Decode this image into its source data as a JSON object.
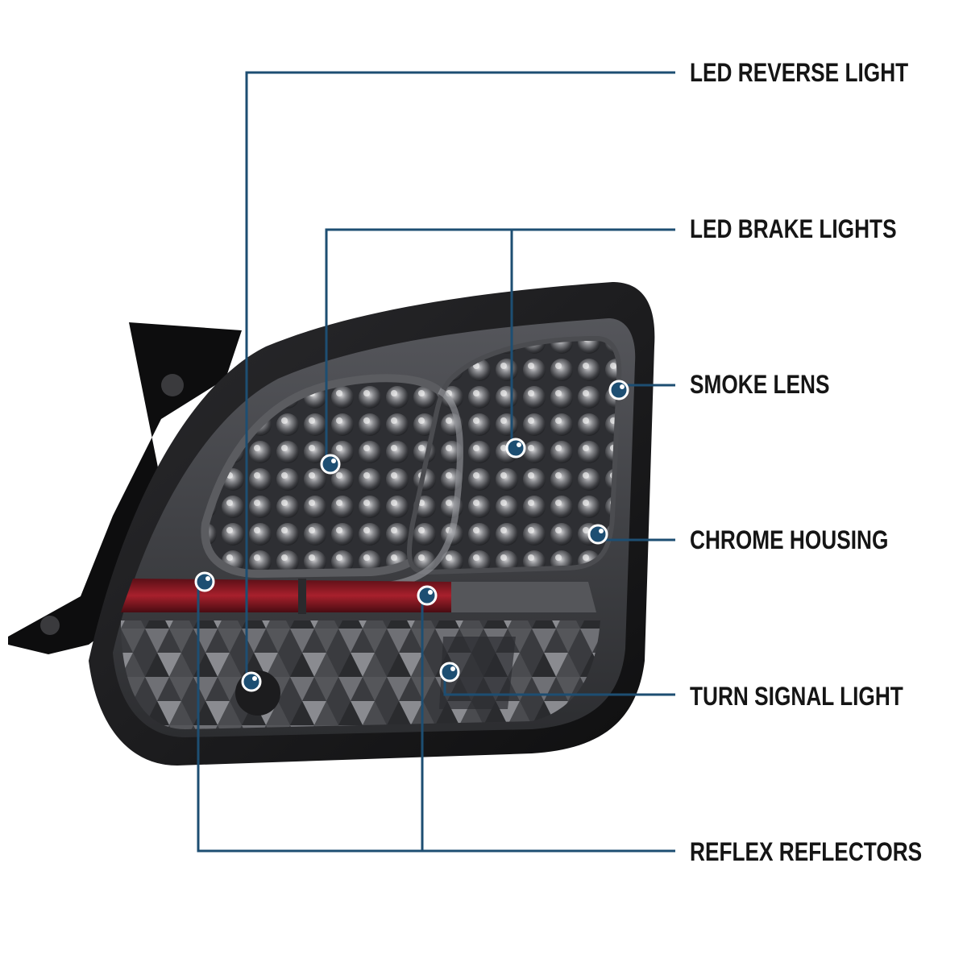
{
  "colors": {
    "callout_line": "#1d4e72",
    "callout_dot": "#1d4e72",
    "label_text": "#151515",
    "housing": "#1a1a1c",
    "lens_smoke": "#3e3f43",
    "reflector_red": "#8a1a24"
  },
  "callouts": {
    "led_reverse_light": "LED REVERSE LIGHT",
    "led_brake_lights": "LED BRAKE LIGHTS",
    "smoke_lens": "SMOKE LENS",
    "chrome_housing": "CHROME HOUSING",
    "turn_signal_light": "TURN SIGNAL LIGHT",
    "reflex_reflectors": "REFLEX REFLECTORS"
  }
}
